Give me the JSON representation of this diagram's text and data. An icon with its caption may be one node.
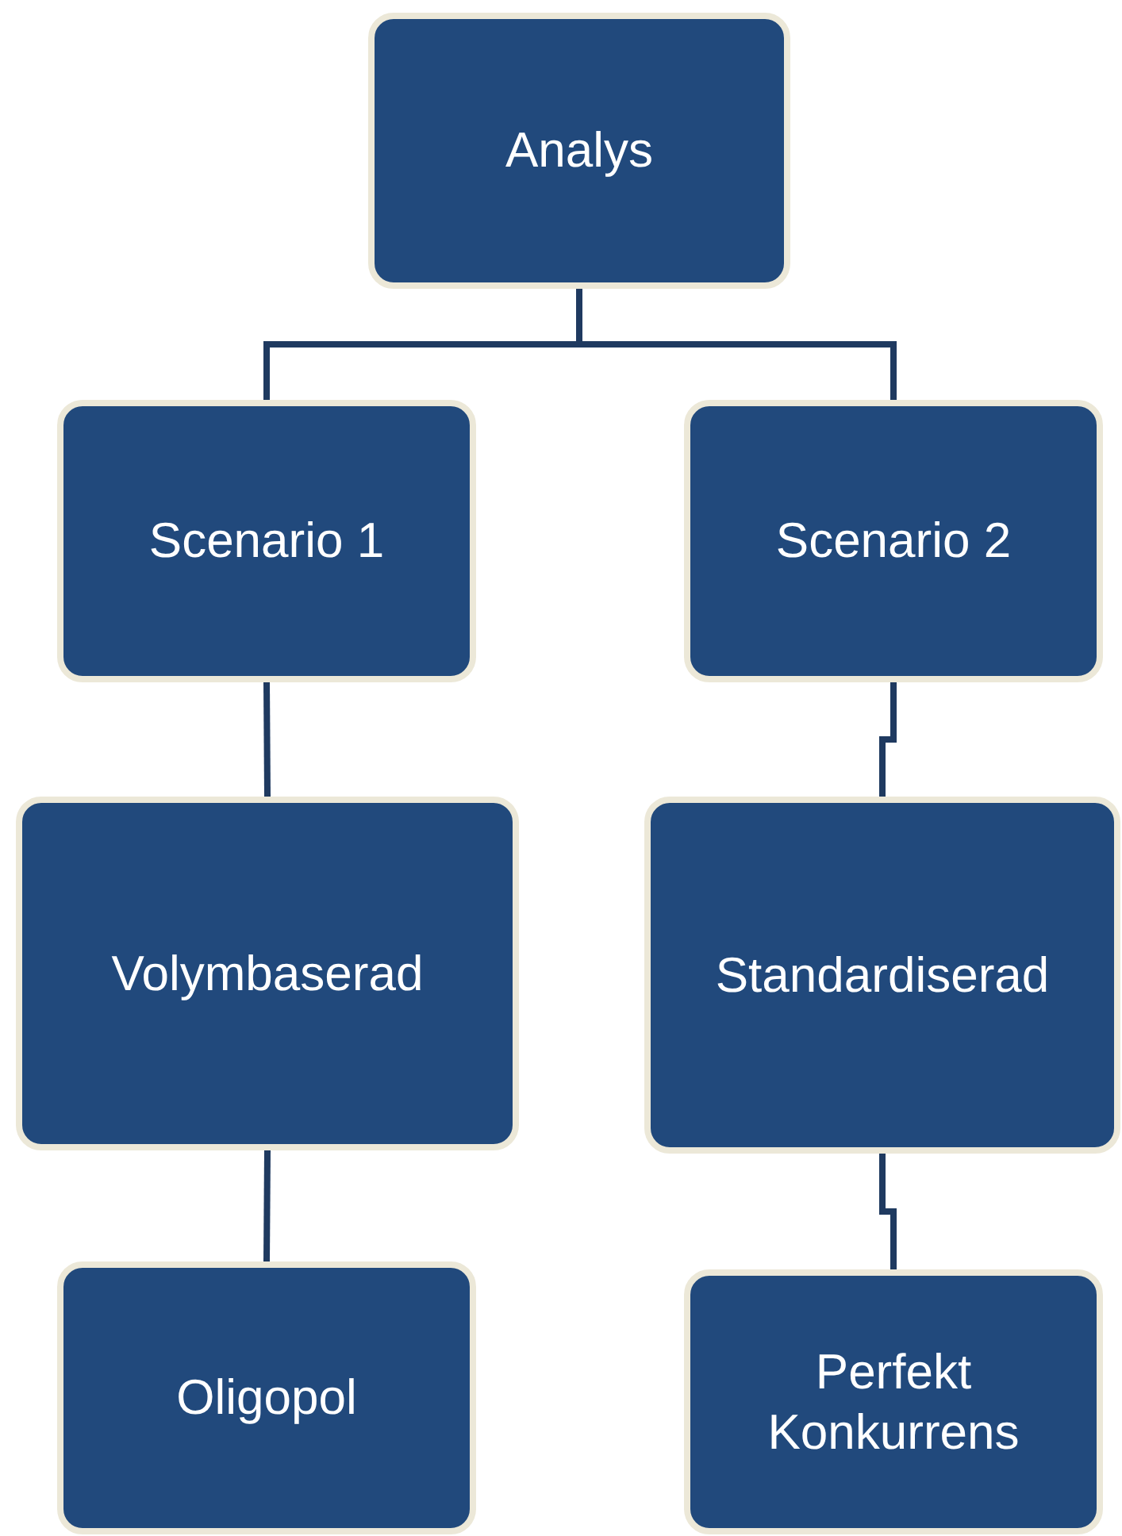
{
  "diagram": {
    "nodes": [
      {
        "text": [
          "Analys"
        ]
      },
      {
        "text": [
          "Scenario 1"
        ]
      },
      {
        "text": [
          "Scenario 2"
        ]
      },
      {
        "text": [
          "Volymbaserad"
        ]
      },
      {
        "text": [
          "Standardiserad"
        ]
      },
      {
        "text": [
          "Oligopol"
        ]
      },
      {
        "text": [
          "Perfekt Konkurrens"
        ]
      }
    ],
    "edges": [
      {
        "from": 0,
        "to": 1,
        "arrow": "none"
      },
      {
        "from": 0,
        "to": 2,
        "arrow": "none"
      },
      {
        "from": 1,
        "to": 3,
        "arrow": "none"
      },
      {
        "from": 2,
        "to": 4,
        "arrow": "none"
      },
      {
        "from": 3,
        "to": 5,
        "arrow": "none"
      },
      {
        "from": 4,
        "to": 6,
        "arrow": "none"
      }
    ]
  }
}
